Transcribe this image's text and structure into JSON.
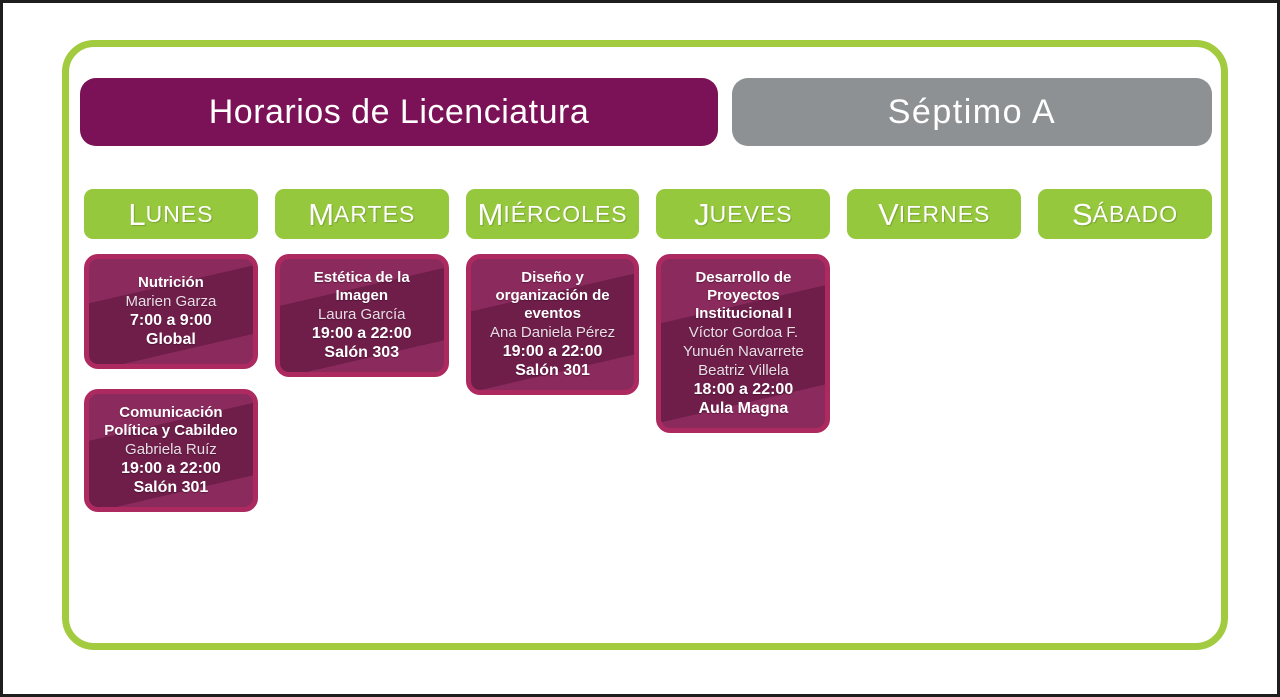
{
  "header": {
    "title": "Horarios de Licenciatura",
    "group": "Séptimo A"
  },
  "colors": {
    "green_border": "#a3cb40",
    "green_header": "#96c83e",
    "purple_title": "#7b1156",
    "gray_group": "#8e9194",
    "card_border": "#ad2a61",
    "card_dark": "#6f1e4a",
    "card_light": "#8b2b5d"
  },
  "days": [
    {
      "id": "lunes",
      "label": "Lunes",
      "classes": [
        {
          "name": "Nutrición",
          "teachers": [
            "Marien Garza"
          ],
          "time": "7:00 a 9:00",
          "room": "Global"
        },
        {
          "name": "Comunicación Política y Cabildeo",
          "teachers": [
            "Gabriela Ruíz"
          ],
          "time": "19:00 a 22:00",
          "room": "Salón 301"
        }
      ]
    },
    {
      "id": "martes",
      "label": "Martes",
      "classes": [
        {
          "name": "Estética de la Imagen",
          "teachers": [
            "Laura García"
          ],
          "time": "19:00 a 22:00",
          "room": "Salón 303"
        }
      ]
    },
    {
      "id": "miercoles",
      "label": "Miércoles",
      "classes": [
        {
          "name": "Diseño y organización de eventos",
          "teachers": [
            "Ana Daniela Pérez"
          ],
          "time": "19:00 a 22:00",
          "room": "Salón 301"
        }
      ]
    },
    {
      "id": "jueves",
      "label": "Jueves",
      "classes": [
        {
          "name": "Desarrollo de Proyectos Institucional I",
          "teachers": [
            "Víctor Gordoa F.",
            "Yunuén Navarrete",
            "Beatriz Villela"
          ],
          "time": "18:00 a 22:00",
          "room": "Aula Magna"
        }
      ]
    },
    {
      "id": "viernes",
      "label": "Viernes",
      "classes": []
    },
    {
      "id": "sabado",
      "label": "Sábado",
      "classes": []
    }
  ]
}
